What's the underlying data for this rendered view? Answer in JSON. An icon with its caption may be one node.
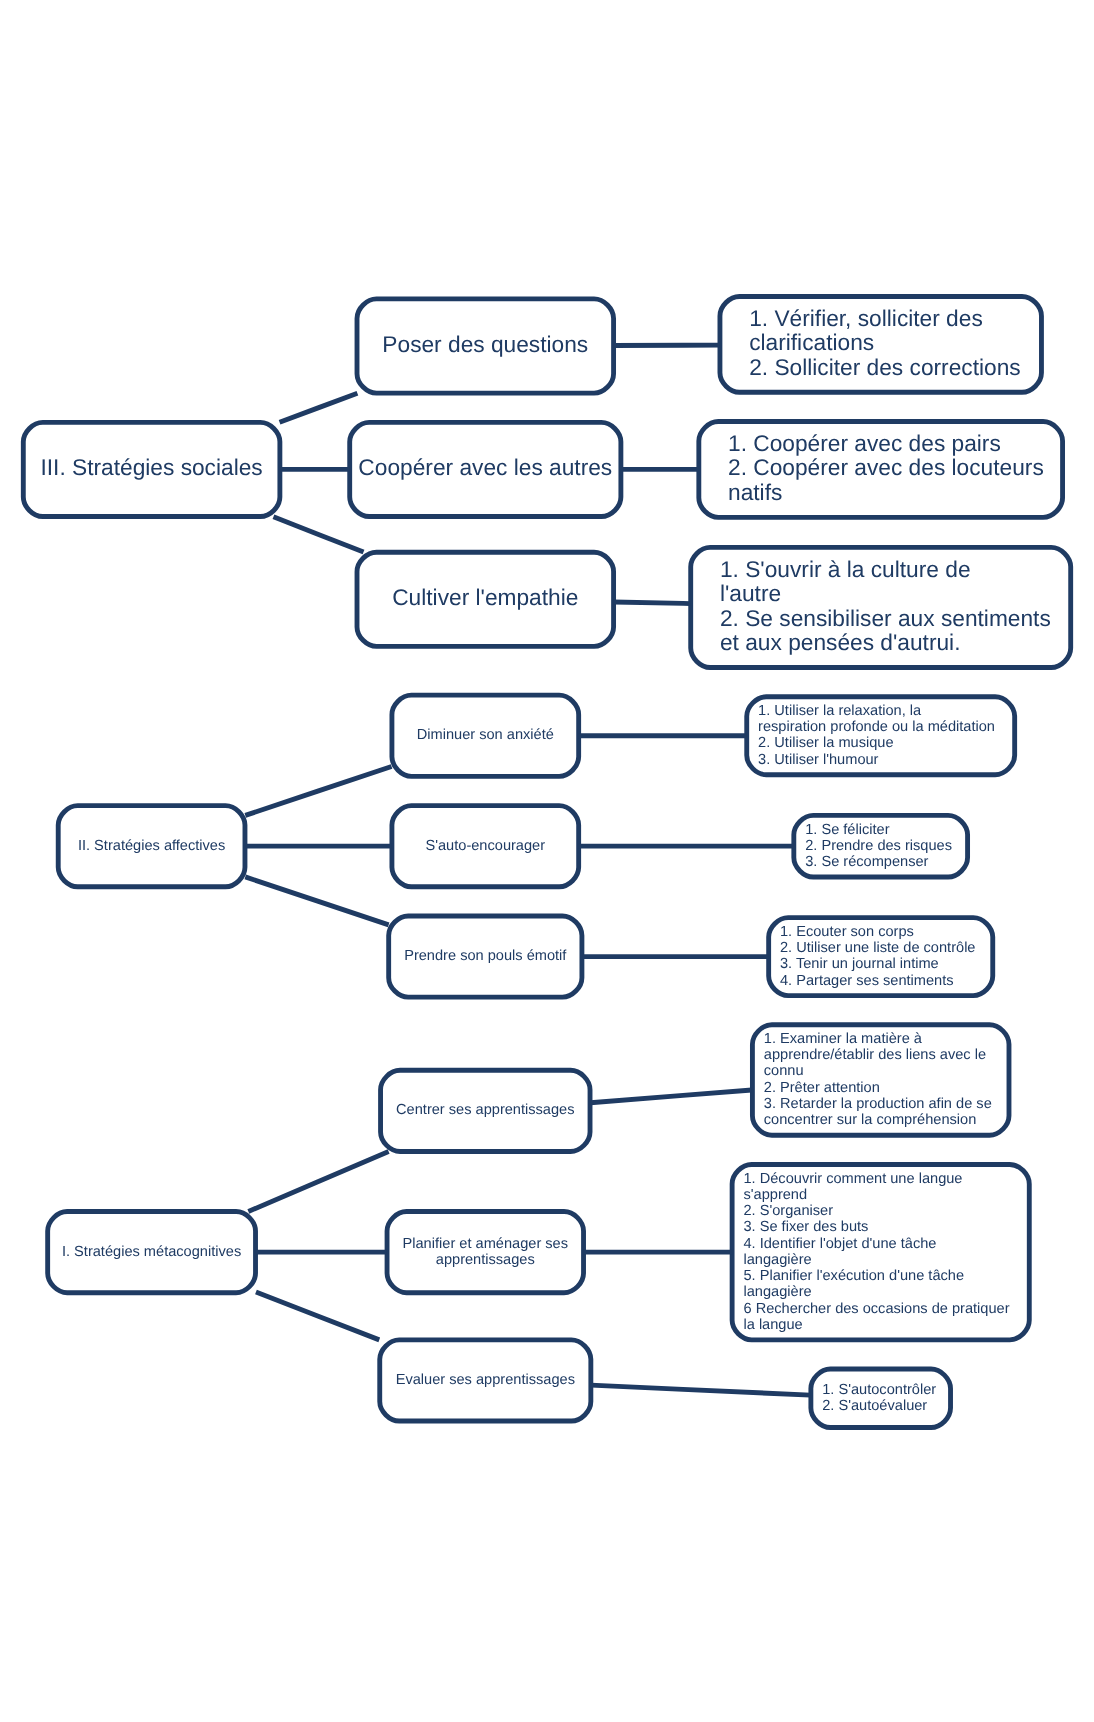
{
  "diagram": {
    "nodes": [
      {
        "text": [
          "I. Stratégies métacognitives"
        ]
      },
      {
        "text": [
          "Centrer ses apprentissages"
        ]
      },
      {
        "text": [
          "1. Examiner la matière à apprendre/établir des liens avec le connu",
          "2. Prêter attention",
          "3. Retarder la production afin de se concentrer sur la compréhension"
        ]
      },
      {
        "text": [
          "Planifier et aménager ses apprentissages"
        ]
      },
      {
        "text": [
          "1. Découvrir comment une langue s'apprend",
          "2. S'organiser",
          "3. Se fixer des buts",
          "4. Identifier l'objet d'une tâche langagière",
          "5. Planifier l'exécution d'une tâche langagière",
          "6 Rechercher des occasions de pratiquer la langue"
        ]
      },
      {
        "text": [
          "Evaluer ses apprentissages"
        ]
      },
      {
        "text": [
          "1. S'autocontrôler",
          "2. S'autoévaluer"
        ]
      },
      {
        "text": [
          "II. Stratégies affectives"
        ]
      },
      {
        "text": [
          "Diminuer son anxiété"
        ]
      },
      {
        "text": [
          "1. Utiliser la relaxation, la respiration profonde ou la méditation",
          "2. Utiliser la musique",
          "3. Utiliser l'humour"
        ]
      },
      {
        "text": [
          "S'auto-encourager"
        ]
      },
      {
        "text": [
          "1. Se féliciter",
          "2. Prendre des risques",
          "3. Se récompenser"
        ]
      },
      {
        "text": [
          "Prendre son pouls émotif"
        ]
      },
      {
        "text": [
          "1. Ecouter son corps",
          "2. Utiliser une liste de contrôle",
          "3. Tenir un journal intime",
          "4. Partager ses sentiments"
        ]
      },
      {
        "text": [
          "III. Stratégies sociales"
        ]
      },
      {
        "text": [
          "Poser des questions"
        ]
      },
      {
        "text": [
          "1. Vérifier, solliciter des clarifications",
          "2. Solliciter des corrections"
        ]
      },
      {
        "text": [
          "Coopérer avec les autres"
        ]
      },
      {
        "text": [
          "1. Coopérer avec des pairs",
          "2. Coopérer avec des locuteurs natifs"
        ]
      },
      {
        "text": [
          "Cultiver l'empathie"
        ]
      },
      {
        "text": [
          "1. S'ouvrir à la culture de l'autre",
          "2. Se sensibiliser aux sentiments et aux pensées d'autrui."
        ]
      }
    ],
    "edges": [
      {
        "from": 0,
        "to": 1,
        "arrow": "none"
      },
      {
        "from": 0,
        "to": 3,
        "arrow": "none"
      },
      {
        "from": 0,
        "to": 5,
        "arrow": "none"
      },
      {
        "from": 1,
        "to": 2,
        "arrow": "none"
      },
      {
        "from": 3,
        "to": 4,
        "arrow": "none"
      },
      {
        "from": 5,
        "to": 6,
        "arrow": "none"
      },
      {
        "from": 7,
        "to": 8,
        "arrow": "none"
      },
      {
        "from": 7,
        "to": 10,
        "arrow": "none"
      },
      {
        "from": 7,
        "to": 12,
        "arrow": "none"
      },
      {
        "from": 8,
        "to": 9,
        "arrow": "none"
      },
      {
        "from": 10,
        "to": 11,
        "arrow": "none"
      },
      {
        "from": 12,
        "to": 13,
        "arrow": "none"
      },
      {
        "from": 14,
        "to": 15,
        "arrow": "none"
      },
      {
        "from": 14,
        "to": 17,
        "arrow": "none"
      },
      {
        "from": 14,
        "to": 19,
        "arrow": "none"
      },
      {
        "from": 15,
        "to": 16,
        "arrow": "none"
      },
      {
        "from": 17,
        "to": 18,
        "arrow": "none"
      },
      {
        "from": 19,
        "to": 20,
        "arrow": "none"
      }
    ]
  }
}
